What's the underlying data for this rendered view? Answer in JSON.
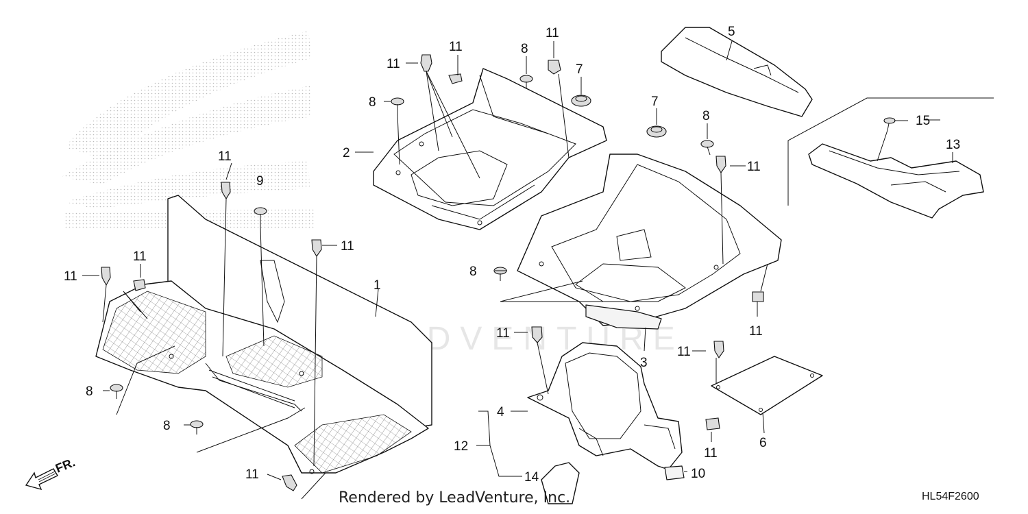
{
  "diagram": {
    "watermark": "LEADVENTURE",
    "footer": "Rendered by LeadVenture, Inc.",
    "diagram_code": "HL54F2600",
    "direction_label": "FR.",
    "callouts": [
      {
        "id": "c1",
        "label": "1"
      },
      {
        "id": "c2",
        "label": "2"
      },
      {
        "id": "c3",
        "label": "3"
      },
      {
        "id": "c4",
        "label": "4"
      },
      {
        "id": "c5",
        "label": "5"
      },
      {
        "id": "c6",
        "label": "6"
      },
      {
        "id": "c7a",
        "label": "7"
      },
      {
        "id": "c7b",
        "label": "7"
      },
      {
        "id": "c8a",
        "label": "8"
      },
      {
        "id": "c8b",
        "label": "8"
      },
      {
        "id": "c8c",
        "label": "8"
      },
      {
        "id": "c8d",
        "label": "8"
      },
      {
        "id": "c8e",
        "label": "8"
      },
      {
        "id": "c8f",
        "label": "8"
      },
      {
        "id": "c9",
        "label": "9"
      },
      {
        "id": "c10",
        "label": "10"
      },
      {
        "id": "c11a",
        "label": "11"
      },
      {
        "id": "c11b",
        "label": "11"
      },
      {
        "id": "c11c",
        "label": "11"
      },
      {
        "id": "c11d",
        "label": "11"
      },
      {
        "id": "c11e",
        "label": "11"
      },
      {
        "id": "c11f",
        "label": "11"
      },
      {
        "id": "c11g",
        "label": "11"
      },
      {
        "id": "c11h",
        "label": "11"
      },
      {
        "id": "c11i",
        "label": "11"
      },
      {
        "id": "c11j",
        "label": "11"
      },
      {
        "id": "c11k",
        "label": "11"
      },
      {
        "id": "c11l",
        "label": "11"
      },
      {
        "id": "c11m",
        "label": "11"
      },
      {
        "id": "c12",
        "label": "12"
      },
      {
        "id": "c13",
        "label": "13"
      },
      {
        "id": "c14",
        "label": "14"
      },
      {
        "id": "c15",
        "label": "15"
      }
    ]
  }
}
